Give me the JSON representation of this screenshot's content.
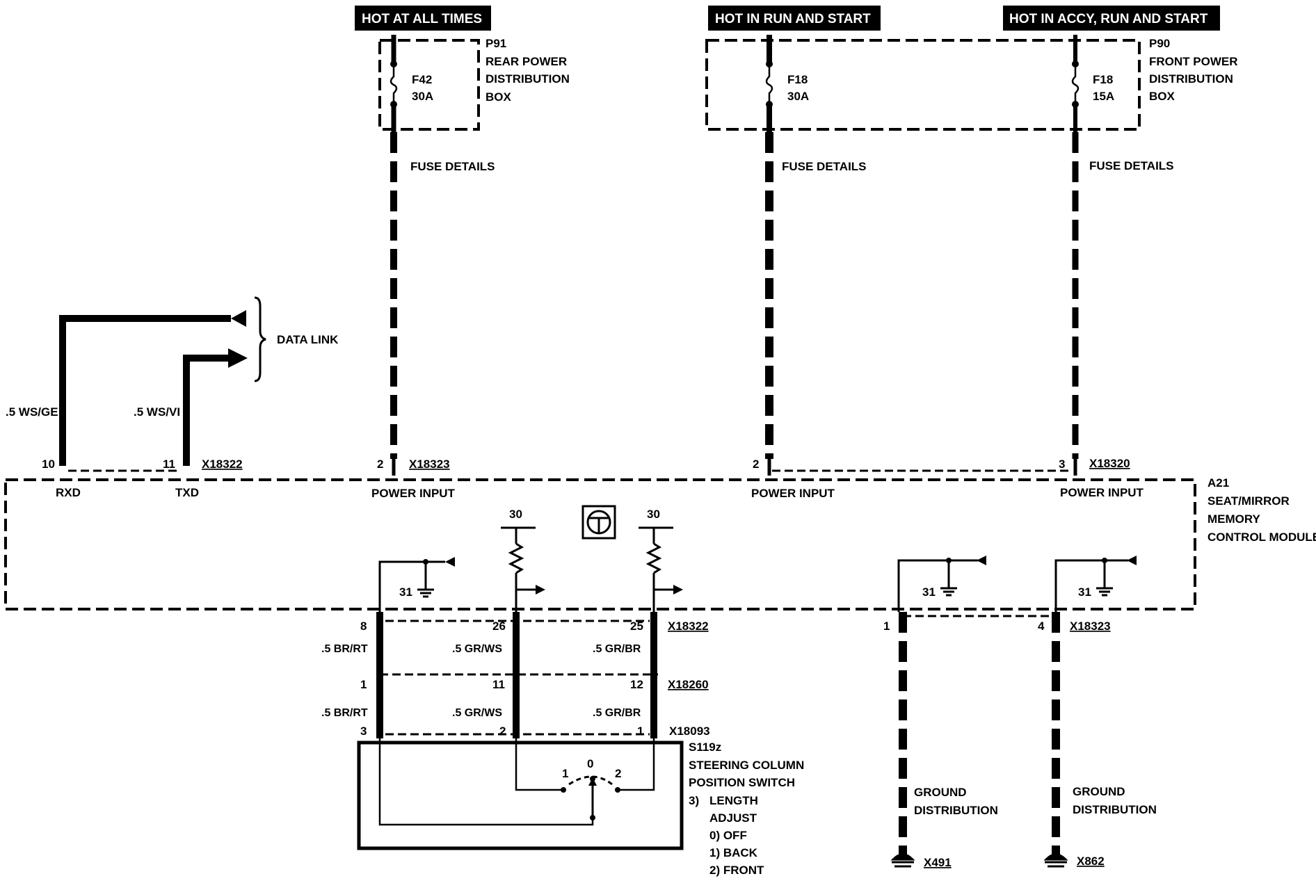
{
  "headers": {
    "hot_at_all_times": "HOT AT ALL TIMES",
    "hot_in_run_start": "HOT IN RUN AND START",
    "hot_in_accy_run_start": "HOT IN ACCY, RUN AND START"
  },
  "rear_box": {
    "id": "P91",
    "line1": "REAR POWER",
    "line2": "DISTRIBUTION",
    "line3": "BOX",
    "fuse_id": "F42",
    "fuse_rating": "30A"
  },
  "front_box": {
    "id": "P90",
    "line1": "FRONT POWER",
    "line2": "DISTRIBUTION",
    "line3": "BOX",
    "fuse1_id": "F18",
    "fuse1_rating": "30A",
    "fuse2_id": "F18",
    "fuse2_rating": "15A"
  },
  "fuse_details": "FUSE DETAILS",
  "data_link": {
    "label": "DATA LINK",
    "wire_rxd": ".5 WS/GE",
    "wire_txd": ".5 WS/VI",
    "pin_rxd": "10",
    "pin_txd": "11",
    "name_rxd": "RXD",
    "name_txd": "TXD",
    "connector": "X18322"
  },
  "power_inputs": {
    "label": "POWER INPUT",
    "p1_pin": "2",
    "p1_conn": "X18323",
    "p2_pin": "2",
    "p3_pin": "3",
    "p3_conn": "X18320"
  },
  "module": {
    "id": "A21",
    "line1": "SEAT/MIRROR",
    "line2": "MEMORY",
    "line3": "CONTROL MODULE",
    "term30": "30",
    "term31": "31"
  },
  "lower_conn": {
    "pin_8": "8",
    "pin_26": "26",
    "pin_25": "25",
    "conn_top": "X18322",
    "pin_g1": "1",
    "pin_g4": "4",
    "conn_g": "X18323",
    "pin_1": "1",
    "pin_11": "11",
    "pin_12": "12",
    "conn_mid": "X18260",
    "pin_3": "3",
    "pin_2": "2",
    "pin_1b": "1",
    "conn_bot": "X18093"
  },
  "wires": {
    "br_rt": ".5 BR/RT",
    "gr_ws": ".5 GR/WS",
    "gr_br": ".5 GR/BR"
  },
  "switch": {
    "id": "S119z",
    "line1": "STEERING COLUMN",
    "line2": "POSITION SWITCH",
    "num": "3)",
    "func1": "LENGTH",
    "func2": "ADJUST",
    "opt0": "0) OFF",
    "opt1": "1) BACK",
    "opt2": "2) FRONT",
    "pos0": "0",
    "pos1": "1",
    "pos2": "2"
  },
  "ground": {
    "line1": "GROUND",
    "line2": "DISTRIBUTION",
    "g1": "X491",
    "g2": "X862"
  }
}
